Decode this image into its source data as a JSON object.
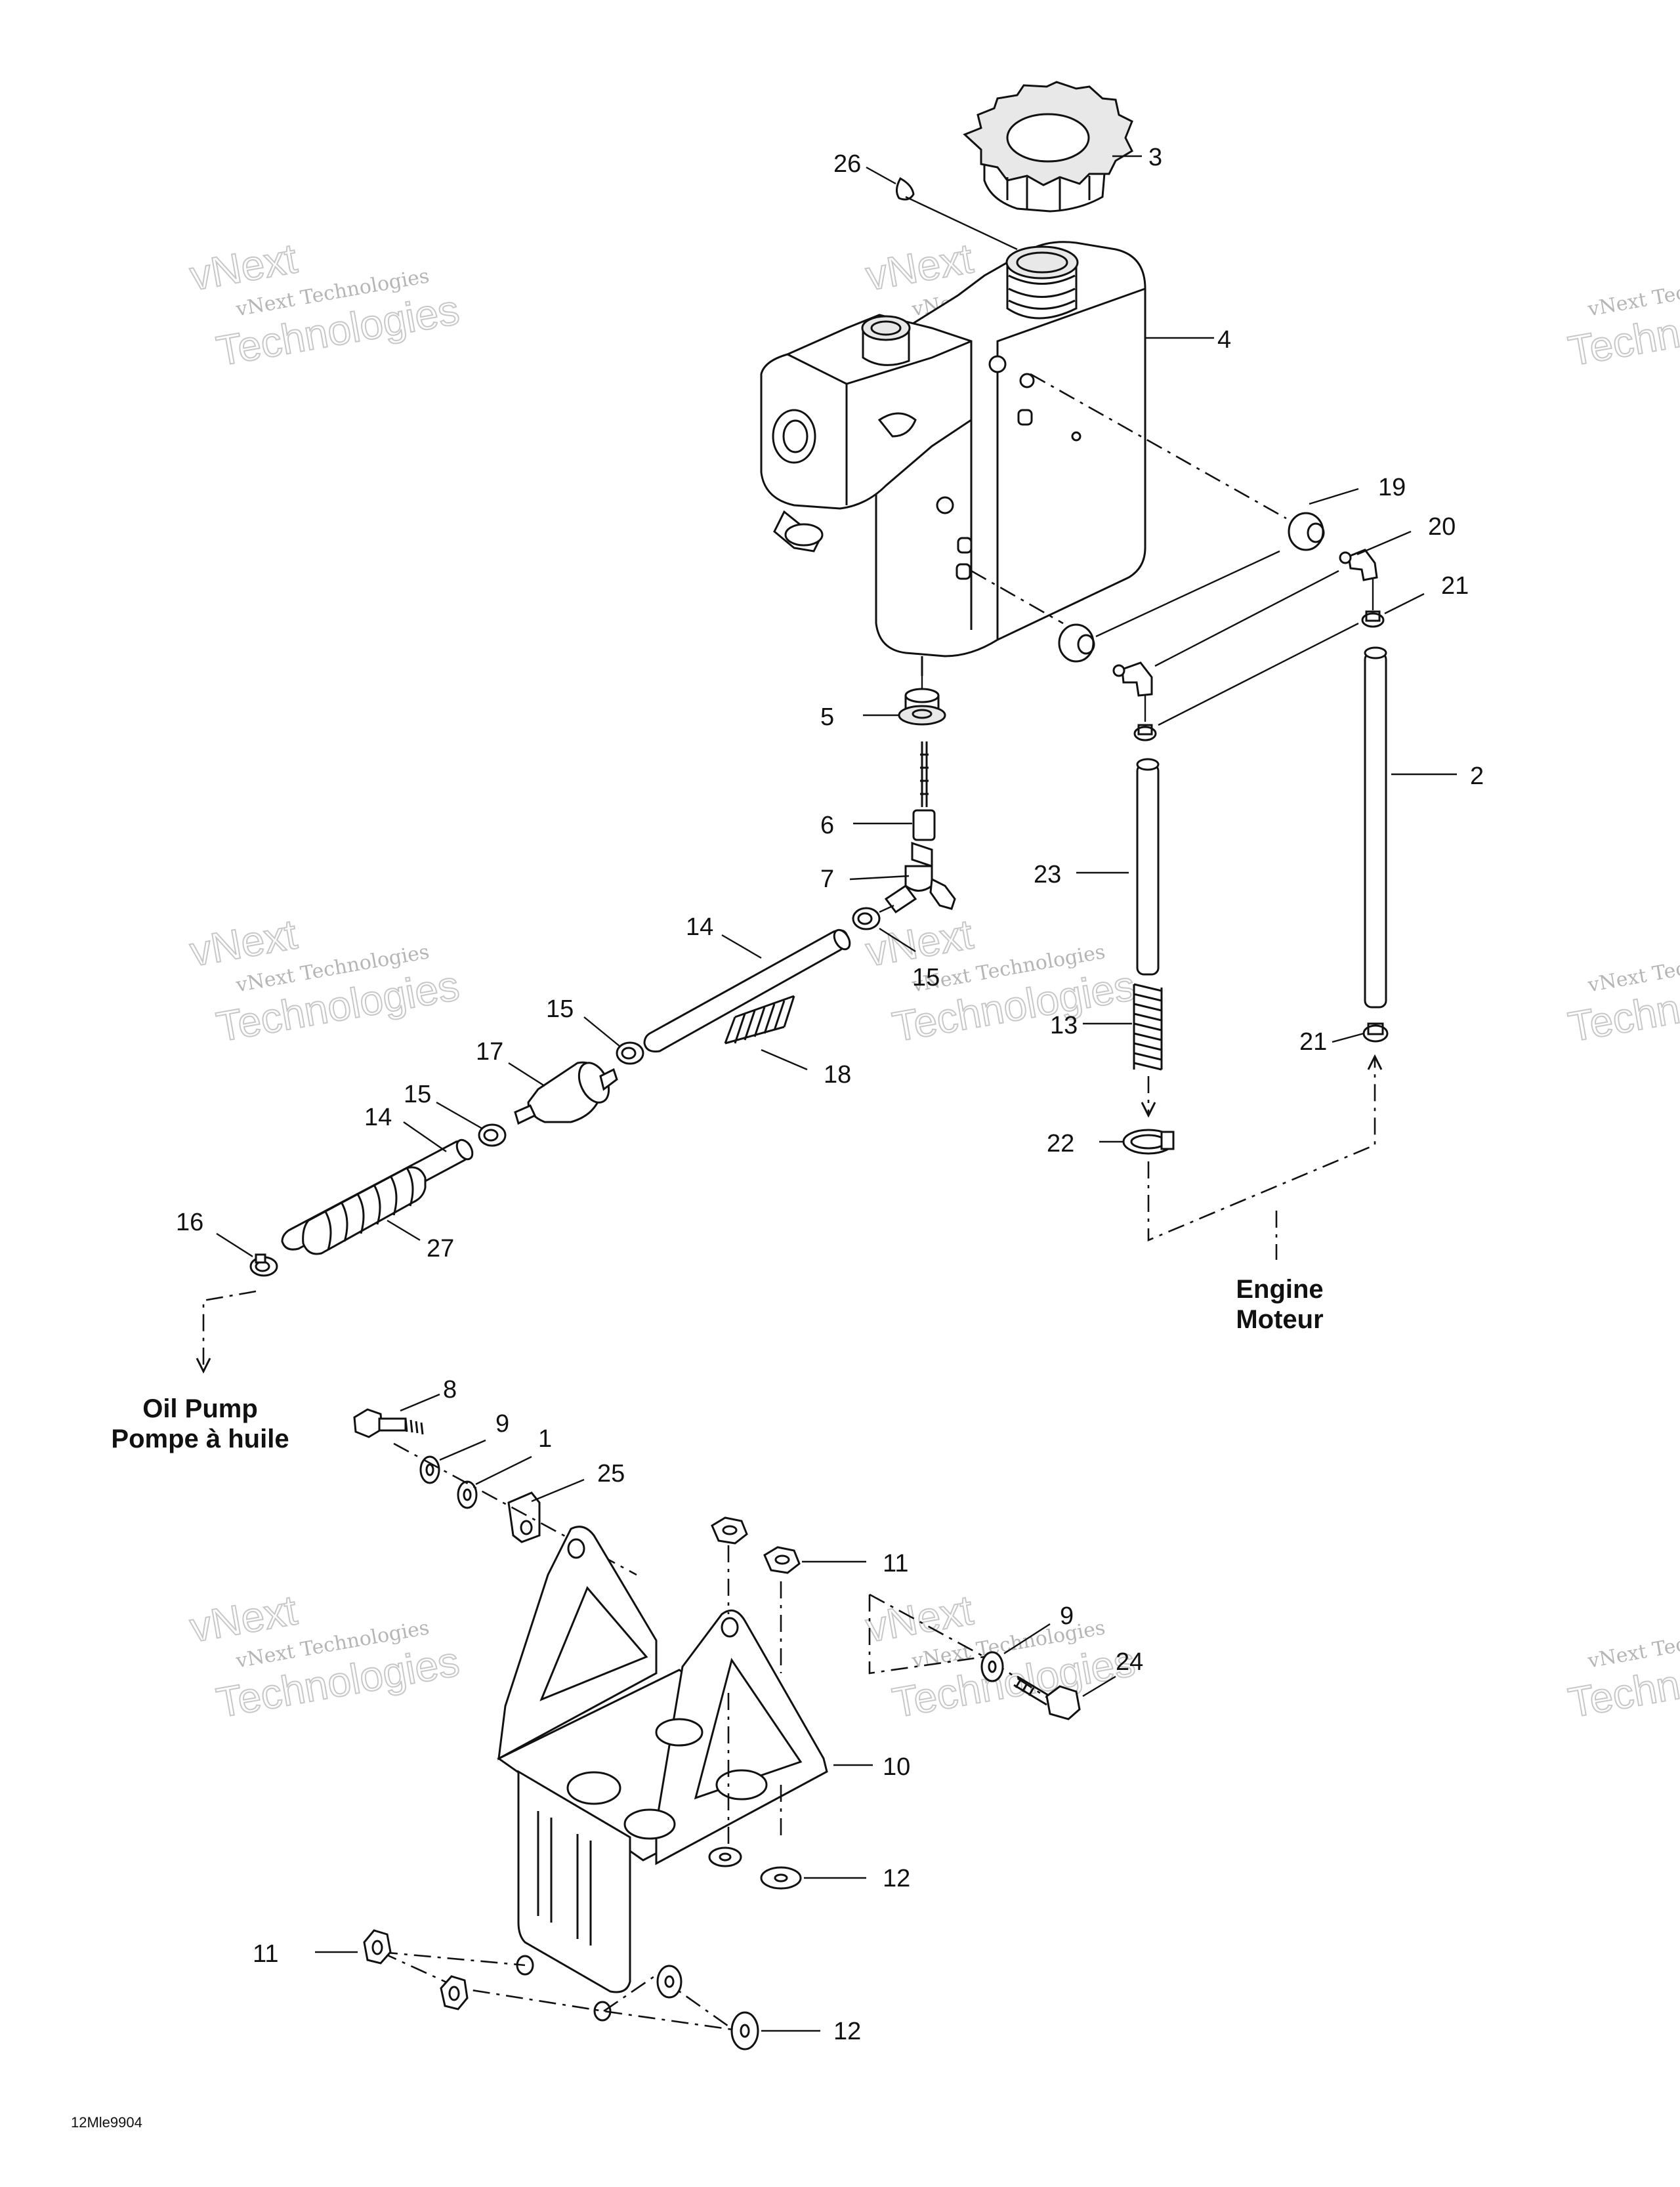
{
  "callouts": {
    "c1": "1",
    "c2": "2",
    "c3": "3",
    "c4": "4",
    "c5": "5",
    "c6": "6",
    "c7": "7",
    "c8": "8",
    "c9a": "9",
    "c9b": "9",
    "c10": "10",
    "c11a": "11",
    "c11b": "11",
    "c12a": "12",
    "c12b": "12",
    "c13": "13",
    "c14a": "14",
    "c14b": "14",
    "c15a": "15",
    "c15b": "15",
    "c15c": "15",
    "c16": "16",
    "c17": "17",
    "c18": "18",
    "c19": "19",
    "c20": "20",
    "c21a": "21",
    "c21b": "21",
    "c22": "22",
    "c23": "23",
    "c24": "24",
    "c25": "25",
    "c26": "26",
    "c27": "27"
  },
  "destinations": {
    "engine_en": "Engine",
    "engine_fr": "Moteur",
    "oil_pump_en": "Oil Pump",
    "oil_pump_fr": "Pompe à huile"
  },
  "drawing_code": "12Mle9904",
  "watermark": {
    "line1": "vNext Technologies",
    "line2": "vNext",
    "line3": "Technologies"
  }
}
